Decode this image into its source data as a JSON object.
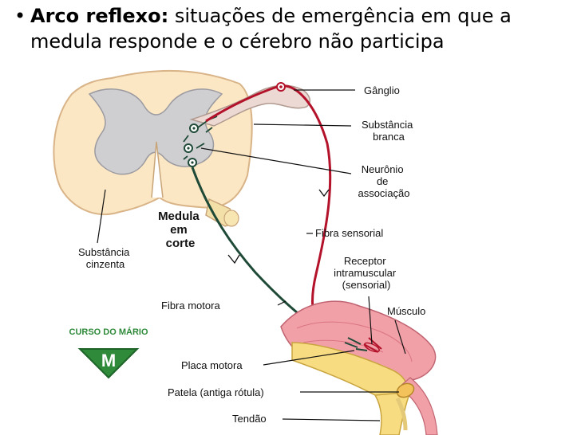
{
  "slide": {
    "bullet": "•",
    "heading_bold": "Arco reflexo:",
    "heading_text": " situações de emergência em que a medula responde e o cérebro não participa"
  },
  "diagram": {
    "center_label": [
      "Medula",
      "em",
      "corte"
    ],
    "labels": {
      "ganglio": "Gânglio",
      "substancia_branca": [
        "Substância",
        "branca"
      ],
      "neuronio_associacao": [
        "Neurônio",
        "de",
        "associação"
      ],
      "fibra_sensorial": "Fibra sensorial",
      "substancia_cinzenta": [
        "Substância",
        "cinzenta"
      ],
      "receptor": [
        "Receptor",
        "intramuscular",
        "(sensorial)"
      ],
      "musculo": "Músculo",
      "fibra_motora": "Fibra motora",
      "placa_motora": "Placa motora",
      "patela": "Patela (antiga rótula)",
      "tendao": "Tendão"
    },
    "logo_text": "CURSO DO MÁRIO",
    "logo_letter": "M"
  },
  "colors": {
    "outer_cord": "#fbe7c4",
    "gray_matter": "#cfcfd2",
    "sensory_nerve": "#b3122a",
    "motor_nerve": "#1f4a38",
    "muscle": "#f2a0a8",
    "bone": "#f7dc82",
    "logo_green": "#2f8a3a"
  }
}
